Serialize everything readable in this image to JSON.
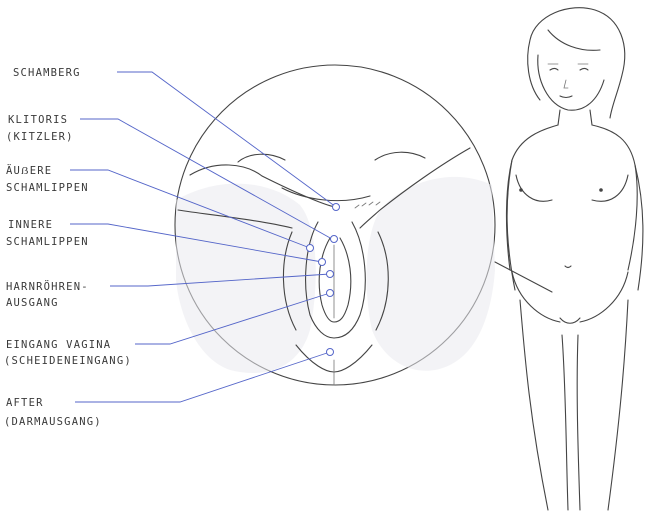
{
  "labels": [
    {
      "id": "schamberg",
      "lines": [
        "SCHAMBERG"
      ]
    },
    {
      "id": "klitoris",
      "lines": [
        "KLITORIS",
        "(KITZLER)"
      ]
    },
    {
      "id": "aeussere",
      "lines": [
        "ÄUẞERE",
        "SCHAMLIPPEN"
      ]
    },
    {
      "id": "innere",
      "lines": [
        "INNERE",
        "SCHAMLIPPEN"
      ]
    },
    {
      "id": "harnroehre",
      "lines": [
        "HARNRÖHREN-",
        "AUSGANG"
      ]
    },
    {
      "id": "vagina",
      "lines": [
        "EINGANG VAGINA",
        "(SCHEIDENEINGANG)"
      ]
    },
    {
      "id": "after",
      "lines": [
        "AFTER",
        "(DARMAUSGANG)"
      ]
    }
  ],
  "colors": {
    "leader": "#5566c9",
    "ink": "#444444"
  }
}
